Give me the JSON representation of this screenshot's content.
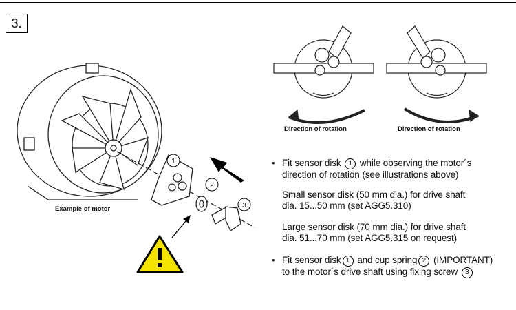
{
  "step_number": "3.",
  "motor_caption": "Example of motor",
  "callouts": [
    "1",
    "2",
    "3"
  ],
  "rotation_captions": [
    "Direction of rotation",
    "Direction of rotation"
  ],
  "instructions": {
    "b1_pre": "Fit sensor disk",
    "b1_post": "while observing the motor´s",
    "b1_line2": "direction of rotation (see illustrations above)",
    "small_1": "Small sensor disk (50 mm dia.) for drive shaft",
    "small_2": "dia. 15...50 mm (set AGG5.310)",
    "large_1": "Large sensor disk (70 mm dia.) for drive shaft",
    "large_2": "dia. 51...70 mm (set AGG5.315 on request)",
    "b2_pre": "Fit sensor disk",
    "b2_mid": "and cup spring",
    "b2_post": "(IMPORTANT)",
    "b2_line2": "to the motor´s drive shaft using fixing screw"
  },
  "colors": {
    "warning": "#f5e400"
  }
}
